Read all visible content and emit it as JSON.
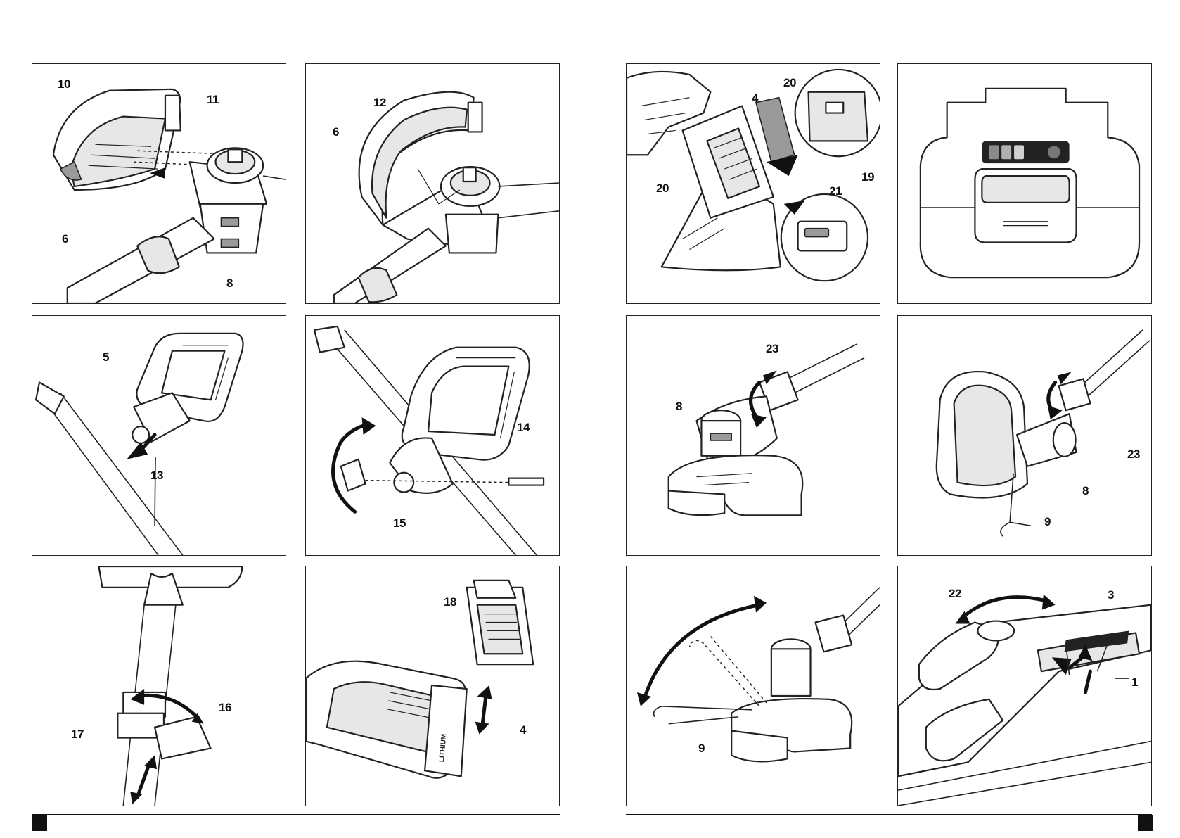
{
  "figures": [
    {
      "id": "top-left-1",
      "labels": [
        "10",
        "11",
        "6",
        "8"
      ]
    },
    {
      "id": "top-left-2",
      "labels": [
        "12",
        "6"
      ]
    },
    {
      "id": "top-right-1",
      "labels": [
        "20",
        "4",
        "19",
        "20",
        "21"
      ]
    },
    {
      "id": "top-right-2",
      "labels": []
    },
    {
      "id": "mid-left-1",
      "labels": [
        "5",
        "13"
      ]
    },
    {
      "id": "mid-left-2",
      "labels": [
        "14",
        "15"
      ]
    },
    {
      "id": "mid-right-1",
      "labels": [
        "23",
        "8"
      ]
    },
    {
      "id": "mid-right-2",
      "labels": [
        "23",
        "8",
        "9"
      ]
    },
    {
      "id": "bot-left-1",
      "labels": [
        "16",
        "17"
      ]
    },
    {
      "id": "bot-left-2",
      "labels": [
        "18",
        "4"
      ]
    },
    {
      "id": "bot-right-1",
      "labels": [
        "9"
      ]
    },
    {
      "id": "bot-right-2",
      "labels": [
        "22",
        "3",
        "1"
      ]
    }
  ],
  "battery_label": "LITHIUM"
}
